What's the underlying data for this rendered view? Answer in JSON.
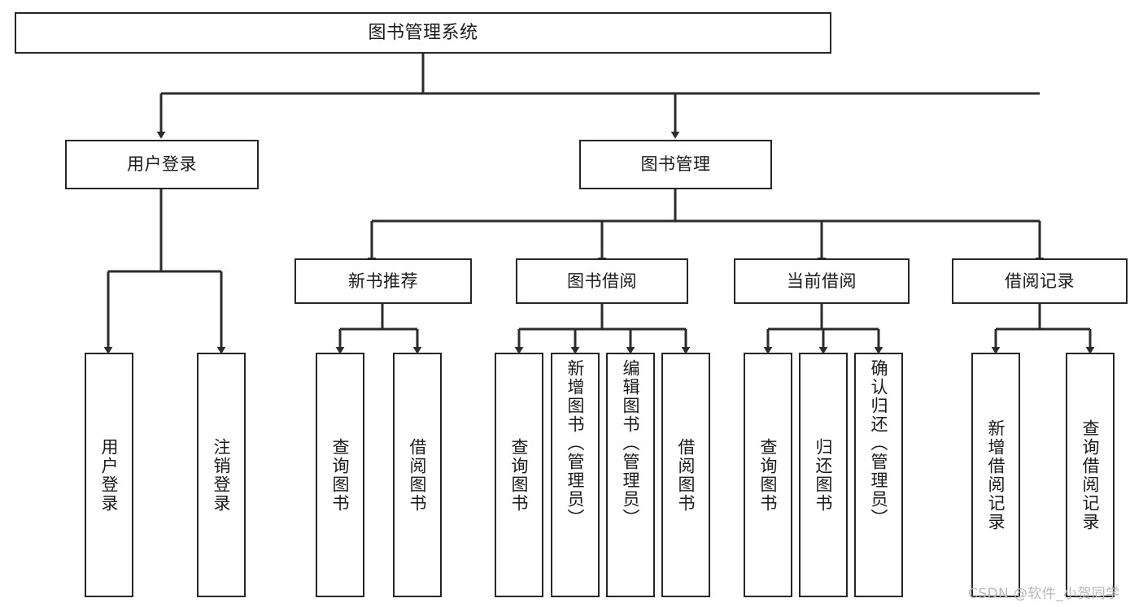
{
  "diagram": {
    "title": "图书管理系统",
    "type": "tree-hierarchy-chart",
    "colors": {
      "box_border": "#262626",
      "box_fill": "#ffffff",
      "connector": "#2b2b2b",
      "text": "#1a1a1a",
      "watermark": "#b9b9b9",
      "background": "#ffffff"
    },
    "root": {
      "label": "图书管理系统"
    },
    "level2": [
      {
        "label": "用户登录"
      },
      {
        "label": "图书管理"
      }
    ],
    "level3": [
      {
        "label": "新书推荐"
      },
      {
        "label": "图书借阅"
      },
      {
        "label": "当前借阅"
      },
      {
        "label": "借阅记录"
      }
    ],
    "leaves": {
      "user_login": [
        {
          "label": "用户登录"
        },
        {
          "label": "注销登录"
        }
      ],
      "new_book_recommend": [
        {
          "label": "查询图书"
        },
        {
          "label": "借阅图书"
        }
      ],
      "book_borrow": [
        {
          "label": "查询图书"
        },
        {
          "label": "新增图书（管理员）"
        },
        {
          "label": "编辑图书（管理员）"
        },
        {
          "label": "借阅图书"
        }
      ],
      "current_borrow": [
        {
          "label": "查询图书"
        },
        {
          "label": "归还图书"
        },
        {
          "label": "确认归还（管理员）"
        }
      ],
      "borrow_record": [
        {
          "label": "新增借阅记录"
        },
        {
          "label": "查询借阅记录"
        }
      ]
    },
    "watermark": "CSDN @软件_小贺同学"
  },
  "chart_data": {
    "type": "table",
    "title": "图书管理系统 功能结构图",
    "nodes": [
      {
        "id": "root",
        "label": "图书管理系统",
        "level": 1,
        "parent": null
      },
      {
        "id": "user-login",
        "label": "用户登录",
        "level": 2,
        "parent": "root"
      },
      {
        "id": "book-manage",
        "label": "图书管理",
        "level": 2,
        "parent": "root"
      },
      {
        "id": "new-book",
        "label": "新书推荐",
        "level": 3,
        "parent": "book-manage"
      },
      {
        "id": "book-borrow",
        "label": "图书借阅",
        "level": 3,
        "parent": "book-manage"
      },
      {
        "id": "current-borrow",
        "label": "当前借阅",
        "level": 3,
        "parent": "book-manage"
      },
      {
        "id": "borrow-record",
        "label": "借阅记录",
        "level": 3,
        "parent": "book-manage"
      },
      {
        "id": "leaf-user-login",
        "label": "用户登录",
        "level": 3,
        "parent": "user-login"
      },
      {
        "id": "leaf-logout",
        "label": "注销登录",
        "level": 3,
        "parent": "user-login"
      },
      {
        "id": "leaf-nb-query",
        "label": "查询图书",
        "level": 4,
        "parent": "new-book"
      },
      {
        "id": "leaf-nb-borrow",
        "label": "借阅图书",
        "level": 4,
        "parent": "new-book"
      },
      {
        "id": "leaf-bb-query",
        "label": "查询图书",
        "level": 4,
        "parent": "book-borrow"
      },
      {
        "id": "leaf-bb-add",
        "label": "新增图书（管理员）",
        "level": 4,
        "parent": "book-borrow"
      },
      {
        "id": "leaf-bb-edit",
        "label": "编辑图书（管理员）",
        "level": 4,
        "parent": "book-borrow"
      },
      {
        "id": "leaf-bb-borrow",
        "label": "借阅图书",
        "level": 4,
        "parent": "book-borrow"
      },
      {
        "id": "leaf-cb-query",
        "label": "查询图书",
        "level": 4,
        "parent": "current-borrow"
      },
      {
        "id": "leaf-cb-return",
        "label": "归还图书",
        "level": 4,
        "parent": "current-borrow"
      },
      {
        "id": "leaf-cb-confirm",
        "label": "确认归还（管理员）",
        "level": 4,
        "parent": "current-borrow"
      },
      {
        "id": "leaf-br-add",
        "label": "新增借阅记录",
        "level": 4,
        "parent": "borrow-record"
      },
      {
        "id": "leaf-br-query",
        "label": "查询借阅记录",
        "level": 4,
        "parent": "borrow-record"
      }
    ]
  }
}
